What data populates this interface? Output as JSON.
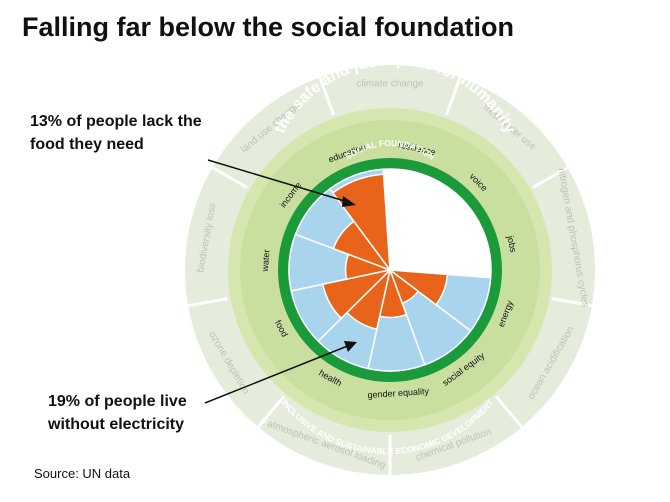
{
  "title": "Falling far below the social foundation",
  "source": "Source: UN data",
  "callouts": {
    "food": "13% of people lack the food they need",
    "electricity": "19% of people live without electricity"
  },
  "ring_labels": {
    "environmental_ceiling": "ENVIRONMENTAL CEILING",
    "safe_just_space": "the safe and just space for humanity",
    "social_foundation": "SOCIAL FOUNDATION",
    "inclusive_development": "INCLUSIVE AND SUSTAINABLE ECONOMIC DEVELOPMENT"
  },
  "planetary_boundaries": [
    "climate change",
    "freshwater use",
    "nitrogen and phosphorus cycles",
    "ocean acidification",
    "chemical pollution",
    "atmospheric aerosol loading",
    "ozone depletion",
    "biodiversity loss",
    "land use change"
  ],
  "social_dimensions": [
    {
      "label": "water",
      "shortfall": 0.44
    },
    {
      "label": "income",
      "shortfall": 0.6
    },
    {
      "label": "education",
      "shortfall": 0.95
    },
    {
      "label": "resilience",
      "shortfall": 0.0
    },
    {
      "label": "voice",
      "shortfall": 0.0
    },
    {
      "label": "jobs",
      "shortfall": 0.0
    },
    {
      "label": "energy",
      "shortfall": 0.57
    },
    {
      "label": "social equity",
      "shortfall": 0.35
    },
    {
      "label": "gender equality",
      "shortfall": 0.47
    },
    {
      "label": "health",
      "shortfall": 0.6
    },
    {
      "label": "food",
      "shortfall": 0.68
    }
  ],
  "colors": {
    "shortfall": "#e8641a",
    "inner_sky": "#a9d4ee",
    "foundation_ring": "#1a9a3a",
    "safe_space": "#cfe2a6",
    "outer_band": "#e6ecdc",
    "ceiling_text": "#ffffff",
    "boundary_text": "#bcc4b3"
  }
}
